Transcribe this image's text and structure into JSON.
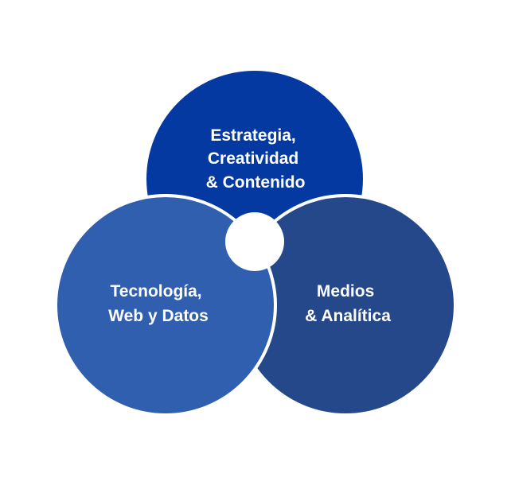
{
  "diagram": {
    "circles": [
      {
        "id": "top",
        "lines": [
          "Estrategia,",
          "Creatividad",
          "& Contenido"
        ],
        "color": "#0339a0"
      },
      {
        "id": "left",
        "lines": [
          "Tecnología,",
          "Web y Datos"
        ],
        "color": "#315fb0"
      },
      {
        "id": "right",
        "lines": [
          "Medios",
          "& Analítica"
        ],
        "color": "#24488a"
      }
    ],
    "background_color": "#ffffff",
    "outline_color": "#ffffff"
  }
}
